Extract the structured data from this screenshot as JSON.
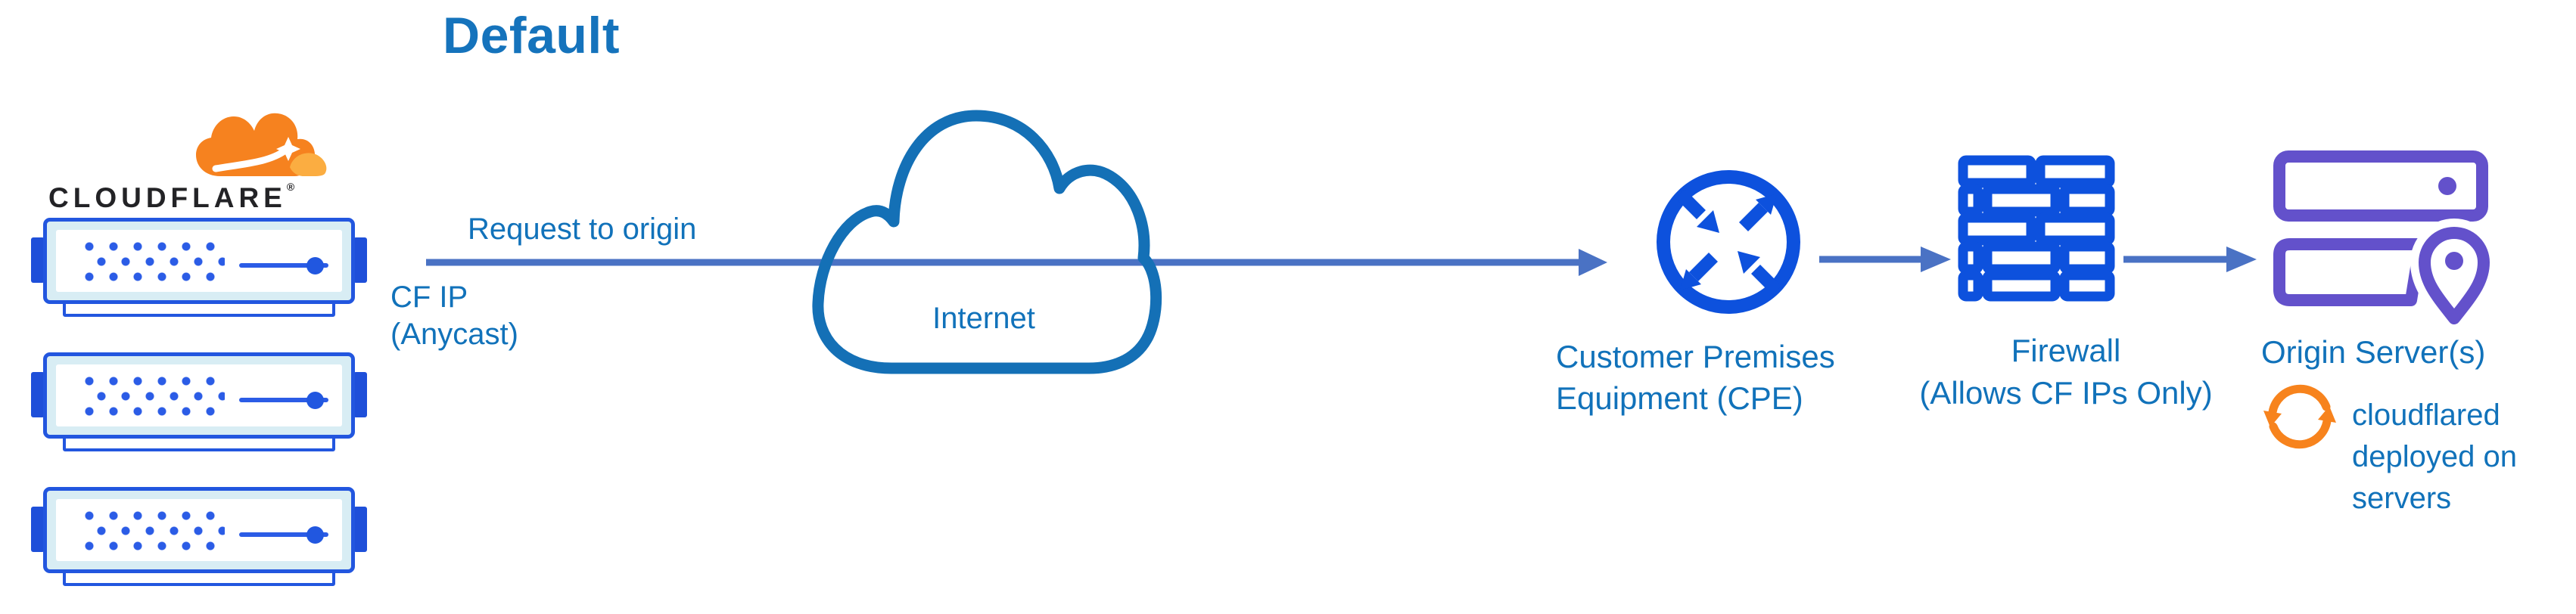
{
  "title": "Default",
  "logo": {
    "wordmark": "CLOUDFLARE",
    "registered_mark": "®"
  },
  "flow": {
    "request_label": "Request to origin",
    "source_ip_label": [
      "CF IP",
      "(Anycast)"
    ]
  },
  "internet": {
    "label": "Internet"
  },
  "cpe": {
    "label": [
      "Customer Premises",
      "Equipment (CPE)"
    ]
  },
  "firewall": {
    "label": [
      "Firewall",
      "(Allows CF IPs Only)"
    ]
  },
  "origin": {
    "label": "Origin Server(s)",
    "note": [
      "cloudflared",
      "deployed on",
      "servers"
    ]
  },
  "icons": [
    "cloudflare-cloud-icon",
    "edge-server-icon",
    "internet-cloud-icon",
    "cpe-router-icon",
    "firewall-brick-icon",
    "origin-servers-icon",
    "cloudflared-sync-icon",
    "right-arrow"
  ],
  "colors": {
    "label_blue": "#1172ba",
    "title_blue": "#1573bc",
    "arrow_blue": "#4a72c4",
    "icon_blue": "#0d51dd",
    "server_border_blue": "#2256df",
    "server_fill_light": "#d8edf4",
    "origin_purple": "#6351cb",
    "brand_orange": "#f6821f",
    "brand_orange_light": "#fbad41",
    "wordmark_dark": "#232326",
    "internet_outline_blue": "#1470b6"
  }
}
